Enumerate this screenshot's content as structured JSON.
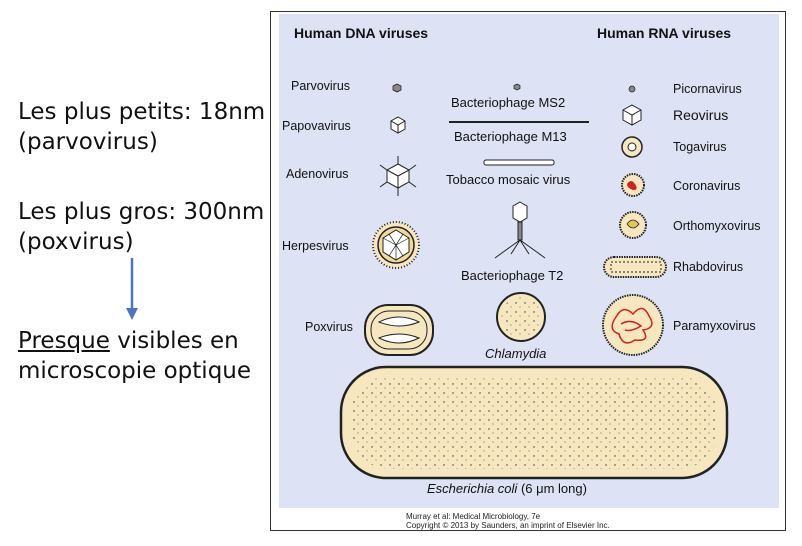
{
  "left": {
    "line1": "Les plus petits: 18nm",
    "line2": "(parvovirus)",
    "line3": "Les plus gros: 300nm",
    "line4": "(poxvirus)",
    "line5a": "Presque",
    "line5b": " visibles en",
    "line6": "microscopie optique"
  },
  "figure": {
    "header_dna": "Human DNA viruses",
    "header_rna": "Human RNA viruses",
    "dna": [
      "Parvovirus",
      "Papovavirus",
      "Adenovirus",
      "Herpesvirus",
      "Poxvirus"
    ],
    "center": [
      "Bacteriophage MS2",
      "Bacteriophage M13",
      "Tobacco mosaic virus",
      "Bacteriophage T2",
      "Chlamydia"
    ],
    "rna": [
      "Picornavirus",
      "Reovirus",
      "Togavirus",
      "Coronavirus",
      "Orthomyxovirus",
      "Rhabdovirus",
      "Paramyxovirus"
    ],
    "ecoli": "Escherichia coli",
    "ecoli_size": " (6 μm long)",
    "credit1": "Murray et al: Medical Microbiology, 7e",
    "credit2": "Copyright © 2013 by Saunders, an imprint of Elsevier Inc."
  },
  "colors": {
    "panel": "#dde3f5",
    "arrow": "#4a76c1",
    "ecoli_fill": "#f6e7bf",
    "red": "#d32020"
  }
}
